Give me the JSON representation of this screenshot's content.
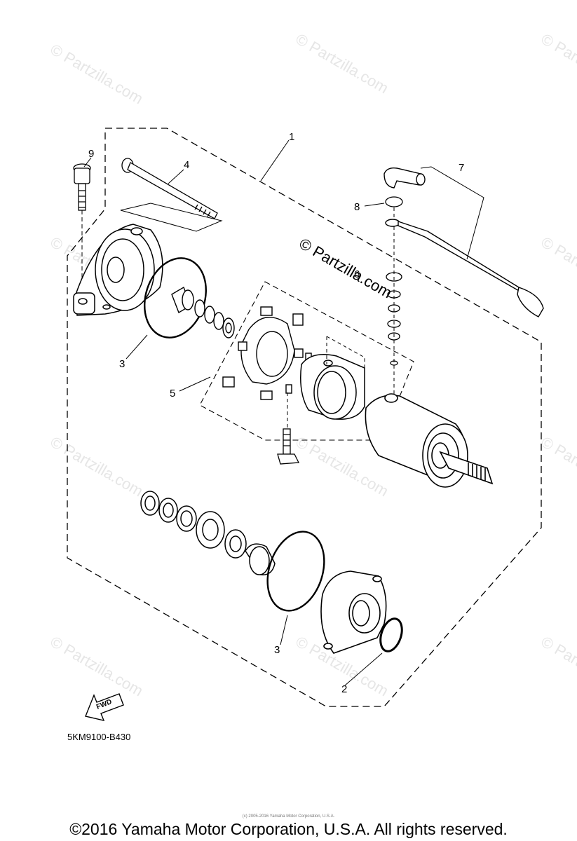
{
  "diagram": {
    "callouts": {
      "c1": "1",
      "c2": "2",
      "c3a": "3",
      "c3b": "3",
      "c4": "4",
      "c5": "5",
      "c6": "6",
      "c7": "7",
      "c8": "8",
      "c9": "9"
    },
    "fwd_label": "FWD",
    "watermark_main": "© Partzilla.com",
    "watermark_repeat": "© Partzilla.com"
  },
  "footer": {
    "diagram_code": "5KM9100-B430",
    "small_print": "(c) 2005-2016 Yamaha Motor Corporation, U.S.A.",
    "copyright": "©2016 Yamaha Motor Corporation, U.S.A. All rights reserved."
  }
}
